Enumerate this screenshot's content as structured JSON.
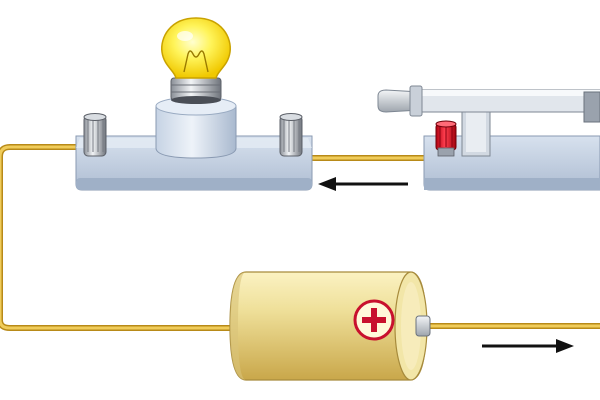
{
  "diagram": {
    "components": [
      {
        "id": "lamp",
        "type": "light-bulb-on-base",
        "state": "lit"
      },
      {
        "id": "switch",
        "type": "knife-switch-with-red-terminal"
      },
      {
        "id": "battery",
        "type": "cylindrical-cell",
        "terminal_symbol": "+"
      }
    ],
    "arrows": [
      {
        "id": "arrow-top",
        "direction": "left"
      },
      {
        "id": "arrow-bottom",
        "direction": "right"
      }
    ]
  },
  "colors": {
    "background": "#ffffff",
    "wire": "#e8b830",
    "wire_dark": "#b07e10",
    "base_blue": "#bfcde0",
    "base_blue_dark": "#8899b0",
    "bulb_glass": "#fff25a",
    "battery_body": "#eedd8a",
    "battery_shadow": "#c8a94e",
    "plus_red": "#c8102e",
    "terminal_red": "#e0182a",
    "arrow": "#111111"
  }
}
